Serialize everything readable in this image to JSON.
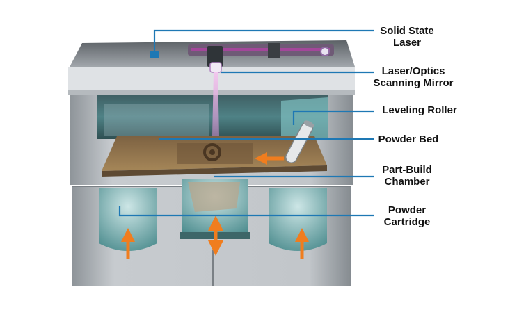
{
  "diagram": {
    "labels": {
      "solid_state_laser": [
        "Solid State",
        "Laser"
      ],
      "laser_optics_mirror": [
        "Laser/Optics",
        "Scanning Mirror"
      ],
      "leveling_roller": [
        "Leveling Roller"
      ],
      "powder_bed": [
        "Powder Bed"
      ],
      "part_build_chamber": [
        "Part-Build",
        "Chamber"
      ],
      "powder_cartridge": [
        "Powder",
        "Cartridge"
      ]
    },
    "colors": {
      "leader_line": "#1e78b4",
      "arrow": "#f07d1e",
      "cabinet": "#b9bec3",
      "chamber_glass": "#8fc9c8",
      "powder_bed": "#8a6b45",
      "laser_beam": "#d98fd0",
      "rail": "#9b3f8f"
    }
  }
}
